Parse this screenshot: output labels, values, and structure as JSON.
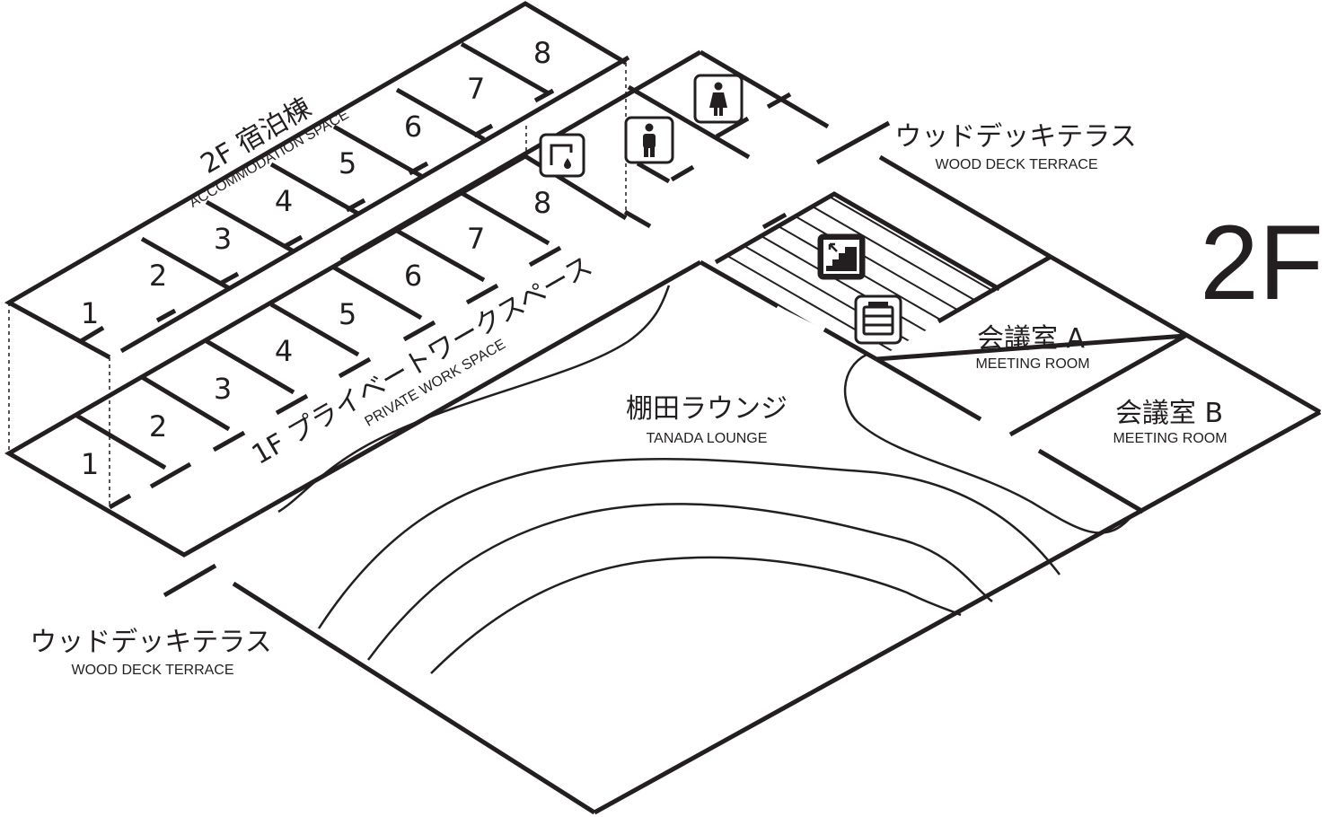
{
  "floor_label": "2F",
  "accommodation": {
    "title_jp": "2F 宿泊棟",
    "title_en": "ACCOMMODATION SPACE",
    "room_numbers": [
      "1",
      "2",
      "3",
      "4",
      "5",
      "6",
      "7",
      "8"
    ]
  },
  "private_work": {
    "title_jp": "1F プライベートワークスペース",
    "title_en": "PRIVATE WORK SPACE",
    "room_numbers": [
      "1",
      "2",
      "3",
      "4",
      "5",
      "6",
      "7",
      "8"
    ]
  },
  "lounge": {
    "name_jp": "棚田ラウンジ",
    "name_en": "TANADA LOUNGE"
  },
  "meeting_a": {
    "name_jp": "会議室 A",
    "name_en": "MEETING ROOM"
  },
  "meeting_b": {
    "name_jp": "会議室 B",
    "name_en": "MEETING ROOM"
  },
  "terrace_upper": {
    "name_jp": "ウッドデッキテラス",
    "name_en": "WOOD DECK TERRACE"
  },
  "terrace_lower": {
    "name_jp": "ウッドデッキテラス",
    "name_en": "WOOD DECK TERRACE"
  },
  "icons": [
    "sink-icon",
    "male-restroom-icon",
    "female-restroom-icon",
    "stairs-icon",
    "copier-icon"
  ],
  "colors": {
    "ink": "#231f20",
    "background": "#ffffff"
  }
}
